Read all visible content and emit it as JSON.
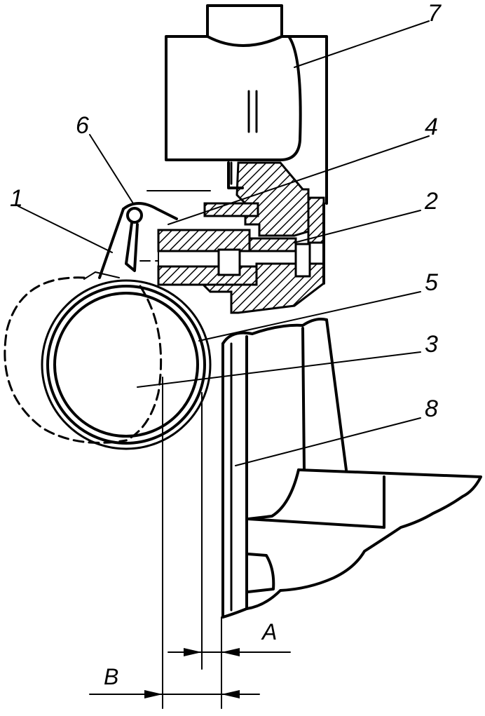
{
  "labels": {
    "l1": "1",
    "l2": "2",
    "l3": "3",
    "l4": "4",
    "l5": "5",
    "l6": "6",
    "l7": "7",
    "l8": "8",
    "dimA": "A",
    "dimB": "B"
  },
  "colors": {
    "ink": "#000000",
    "paper": "#ffffff"
  }
}
